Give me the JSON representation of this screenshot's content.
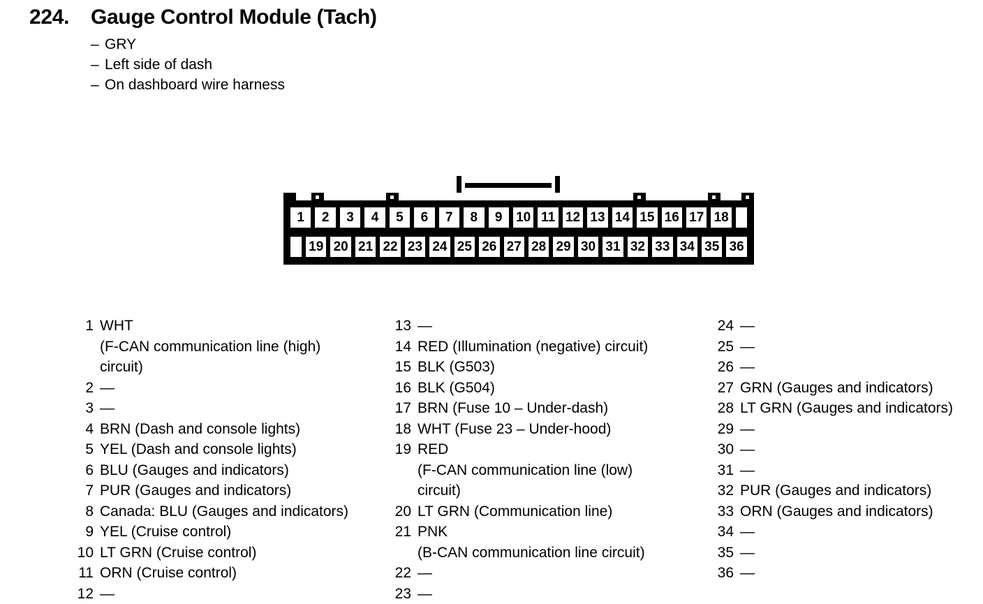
{
  "header": {
    "number": "224.",
    "title": "Gauge Control Module (Tach)",
    "bullets": [
      {
        "dash": "–",
        "text": "GRY"
      },
      {
        "dash": "–",
        "text": "Left side of dash"
      },
      {
        "dash": "–",
        "text": "On dashboard wire harness"
      }
    ]
  },
  "connector": {
    "top_row": [
      "1",
      "2",
      "3",
      "4",
      "5",
      "6",
      "7",
      "8",
      "9",
      "10",
      "11",
      "12",
      "13",
      "14",
      "15",
      "16",
      "17",
      "18",
      ""
    ],
    "bottom_row": [
      "",
      "19",
      "20",
      "21",
      "22",
      "23",
      "24",
      "25",
      "26",
      "27",
      "28",
      "29",
      "30",
      "31",
      "32",
      "33",
      "34",
      "35",
      "36"
    ],
    "latch_label": "center-latch",
    "top_tabs": [
      0,
      1,
      4,
      14,
      17,
      18
    ]
  },
  "pin_columns": [
    {
      "entries": [
        {
          "number": "1",
          "lines": [
            "WHT",
            "(F-CAN communication line (high)",
            "circuit)"
          ]
        },
        {
          "number": "2",
          "lines": [
            "—"
          ]
        },
        {
          "number": "3",
          "lines": [
            "—"
          ]
        },
        {
          "number": "4",
          "lines": [
            "BRN (Dash and console lights)"
          ]
        },
        {
          "number": "5",
          "lines": [
            "YEL (Dash and console lights)"
          ]
        },
        {
          "number": "6",
          "lines": [
            "BLU (Gauges and indicators)"
          ]
        },
        {
          "number": "7",
          "lines": [
            "PUR (Gauges and indicators)"
          ]
        },
        {
          "number": "8",
          "lines": [
            "Canada: BLU (Gauges and indicators)"
          ]
        },
        {
          "number": "9",
          "lines": [
            "YEL (Cruise control)"
          ]
        },
        {
          "number": "10",
          "lines": [
            "LT GRN (Cruise control)"
          ]
        },
        {
          "number": "11",
          "lines": [
            "ORN (Cruise control)"
          ]
        },
        {
          "number": "12",
          "lines": [
            "—"
          ]
        }
      ]
    },
    {
      "entries": [
        {
          "number": "13",
          "lines": [
            "—"
          ]
        },
        {
          "number": "14",
          "lines": [
            "RED (Illumination (negative) circuit)"
          ]
        },
        {
          "number": "15",
          "lines": [
            "BLK (G503)"
          ]
        },
        {
          "number": "16",
          "lines": [
            "BLK (G504)"
          ]
        },
        {
          "number": "17",
          "lines": [
            "BRN (Fuse 10 – Under-dash)"
          ]
        },
        {
          "number": "18",
          "lines": [
            "WHT (Fuse 23 – Under-hood)"
          ]
        },
        {
          "number": "19",
          "lines": [
            "RED",
            "(F-CAN communication line (low)",
            "circuit)"
          ]
        },
        {
          "number": "20",
          "lines": [
            "LT GRN (Communication line)"
          ]
        },
        {
          "number": "21",
          "lines": [
            "PNK",
            "(B-CAN communication line circuit)"
          ]
        },
        {
          "number": "22",
          "lines": [
            "—"
          ]
        },
        {
          "number": "23",
          "lines": [
            "—"
          ]
        }
      ]
    },
    {
      "entries": [
        {
          "number": "24",
          "lines": [
            "—"
          ]
        },
        {
          "number": "25",
          "lines": [
            "—"
          ]
        },
        {
          "number": "26",
          "lines": [
            "—"
          ]
        },
        {
          "number": "27",
          "lines": [
            "GRN (Gauges and indicators)"
          ]
        },
        {
          "number": "28",
          "lines": [
            "LT GRN (Gauges and indicators)"
          ]
        },
        {
          "number": "29",
          "lines": [
            "—"
          ]
        },
        {
          "number": "30",
          "lines": [
            "—"
          ]
        },
        {
          "number": "31",
          "lines": [
            "—"
          ]
        },
        {
          "number": "32",
          "lines": [
            "PUR (Gauges and indicators)"
          ]
        },
        {
          "number": "33",
          "lines": [
            "ORN (Gauges and indicators)"
          ]
        },
        {
          "number": "34",
          "lines": [
            "—"
          ]
        },
        {
          "number": "35",
          "lines": [
            "—"
          ]
        },
        {
          "number": "36",
          "lines": [
            "—"
          ]
        }
      ]
    }
  ],
  "colors": {
    "ink": "#000000",
    "paper": "#ffffff"
  }
}
